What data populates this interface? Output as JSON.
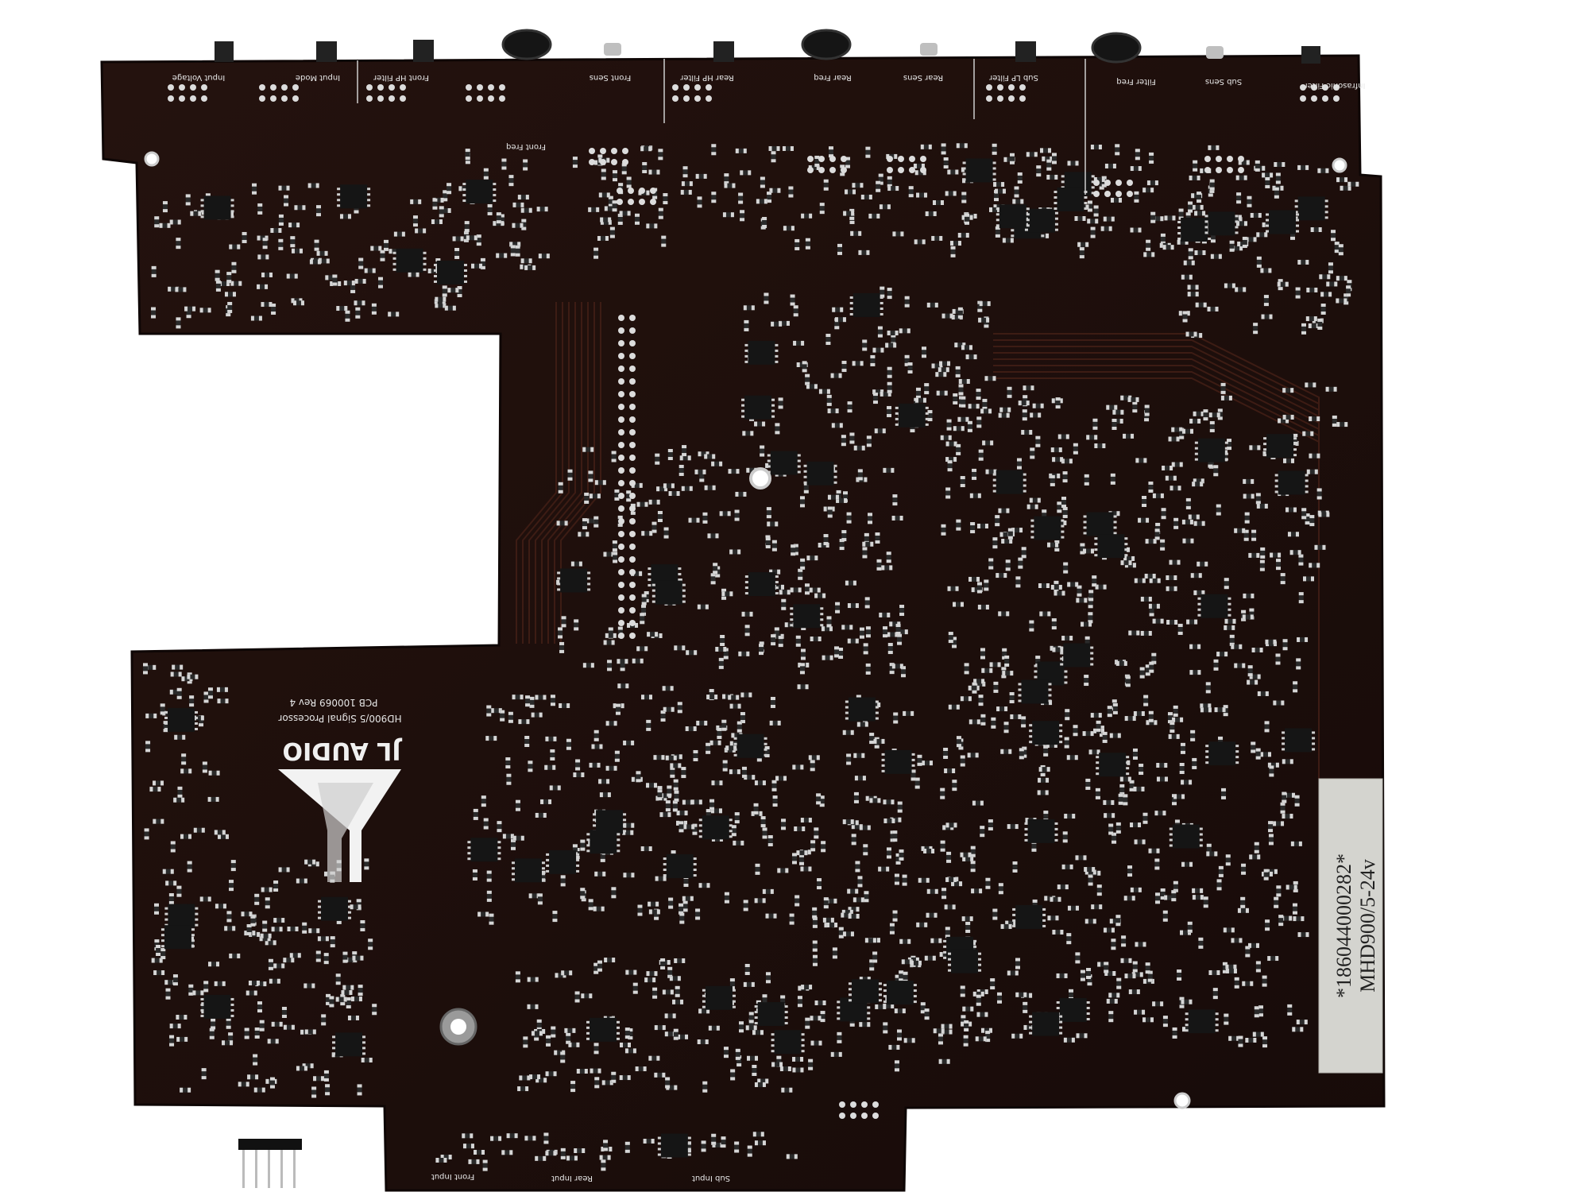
{
  "board": {
    "colors": {
      "pcb": "#1e0f0c",
      "trace": "#3a1a12",
      "pad": "#d8d8d8",
      "ic": "#1a1a1a",
      "silk": "#e8e8e8",
      "sticker": "#d4d4cf"
    },
    "top_labels": [
      "Input Voltage",
      "Input Mode",
      "Front HP Filter",
      "Front Sens",
      "Rear HP Filter",
      "Rear Freq",
      "Rear Sens",
      "Sub LP Filter",
      "Filter Freq",
      "Sub Sens",
      "Infrasonic Filter"
    ],
    "front_freq_label": "Front Freq",
    "bottom_labels": [
      "Front Input",
      "Rear Input",
      "Sub Input"
    ],
    "logo": {
      "brand": "JL AUDIO",
      "product": "HD900/5 Signal Processor",
      "pcb": "PCB 100069 Rev  4"
    },
    "sticker": {
      "serial": "*186044000282*",
      "model": "MHD900/5-24v"
    }
  }
}
